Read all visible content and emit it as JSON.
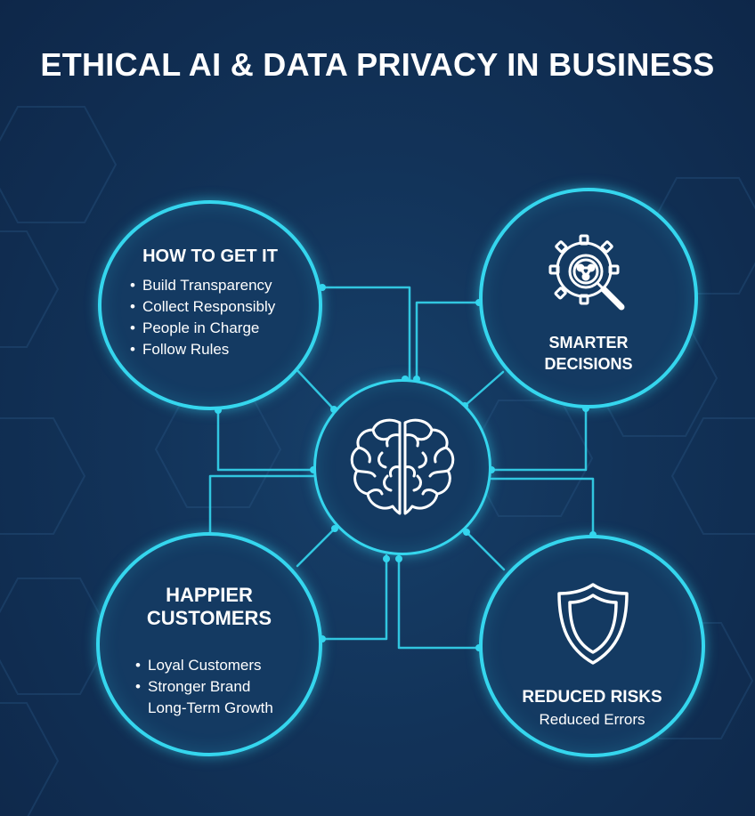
{
  "title": "ETHICAL AI & DATA PRIVACY IN BUSINESS",
  "nodes": {
    "how": {
      "title": "HOW TO GET IT",
      "items": [
        "Build Transparency",
        "Collect Responsibly",
        "People in Charge",
        "Follow Rules"
      ]
    },
    "smart": {
      "line1": "SMARTER",
      "line2": "DECISIONS",
      "icon": "gear-magnifier-icon"
    },
    "happy": {
      "line1": "HAPPIER",
      "line2": "CUSTOMERS",
      "items": [
        {
          "bullet": "•",
          "text": "Loyal Customers"
        },
        {
          "bullet": "•",
          "text": "Stronger Brand"
        },
        {
          "bullet": "",
          "text": "Long-Term Growth"
        }
      ]
    },
    "risk": {
      "title": "REDUCED RISKS",
      "subtitle": "Reduced Errors",
      "icon": "shield-icon"
    },
    "center": {
      "icon": "brain-icon"
    }
  },
  "colors": {
    "background": "#123359",
    "accent": "#35d6ee",
    "text": "#ffffff"
  }
}
